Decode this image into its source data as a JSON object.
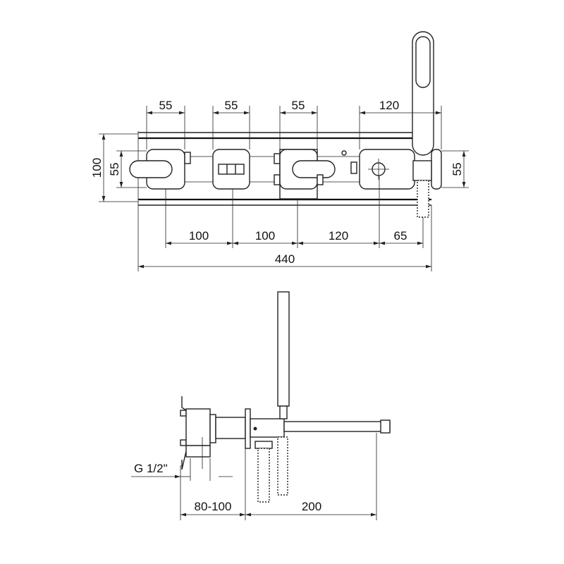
{
  "front_view": {
    "top_dims": [
      "55",
      "55",
      "55",
      "120"
    ],
    "bottom_dims": [
      "100",
      "100",
      "120",
      "65"
    ],
    "overall": "440",
    "left_height_outer": "100",
    "left_height_inner": "55",
    "right_height": "55"
  },
  "side_view": {
    "thread": "G 1/2\"",
    "wall_depth": "80-100",
    "spout_projection": "200"
  }
}
